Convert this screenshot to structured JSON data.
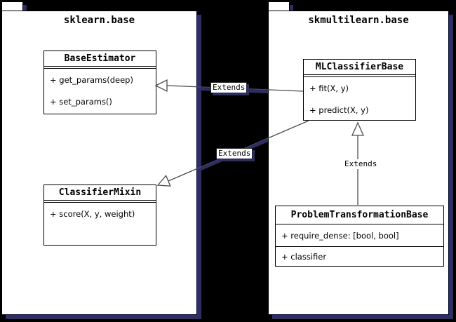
{
  "diagram": {
    "type": "uml-class-diagram",
    "colors": {
      "background": "#000000",
      "surface": "#ffffff",
      "shadow": "#2d2d6e",
      "connector": "#4d4d4d",
      "text": "#000000"
    },
    "packages": [
      {
        "title": "sklearn.base"
      },
      {
        "title": "skmultilearn.base"
      }
    ],
    "classes": [
      {
        "name": "BaseEstimator",
        "package": "sklearn.base",
        "members": [
          "+ get_params(deep)",
          "+ set_params()"
        ]
      },
      {
        "name": "ClassifierMixin",
        "package": "sklearn.base",
        "members": [
          "+ score(X, y, weight)"
        ]
      },
      {
        "name": "MLClassifierBase",
        "package": "skmultilearn.base",
        "members": [
          "+ fit(X, y)",
          "+ predict(X, y)"
        ]
      },
      {
        "name": "ProblemTransformationBase",
        "package": "skmultilearn.base",
        "members": [
          "+ require_dense: [bool, bool]",
          "+ classifier"
        ]
      }
    ],
    "relations": [
      {
        "label": "Extends",
        "from": "MLClassifierBase",
        "to": "BaseEstimator"
      },
      {
        "label": "Extends",
        "from": "MLClassifierBase",
        "to": "ClassifierMixin"
      },
      {
        "label": "Extends",
        "from": "ProblemTransformationBase",
        "to": "MLClassifierBase"
      }
    ]
  }
}
